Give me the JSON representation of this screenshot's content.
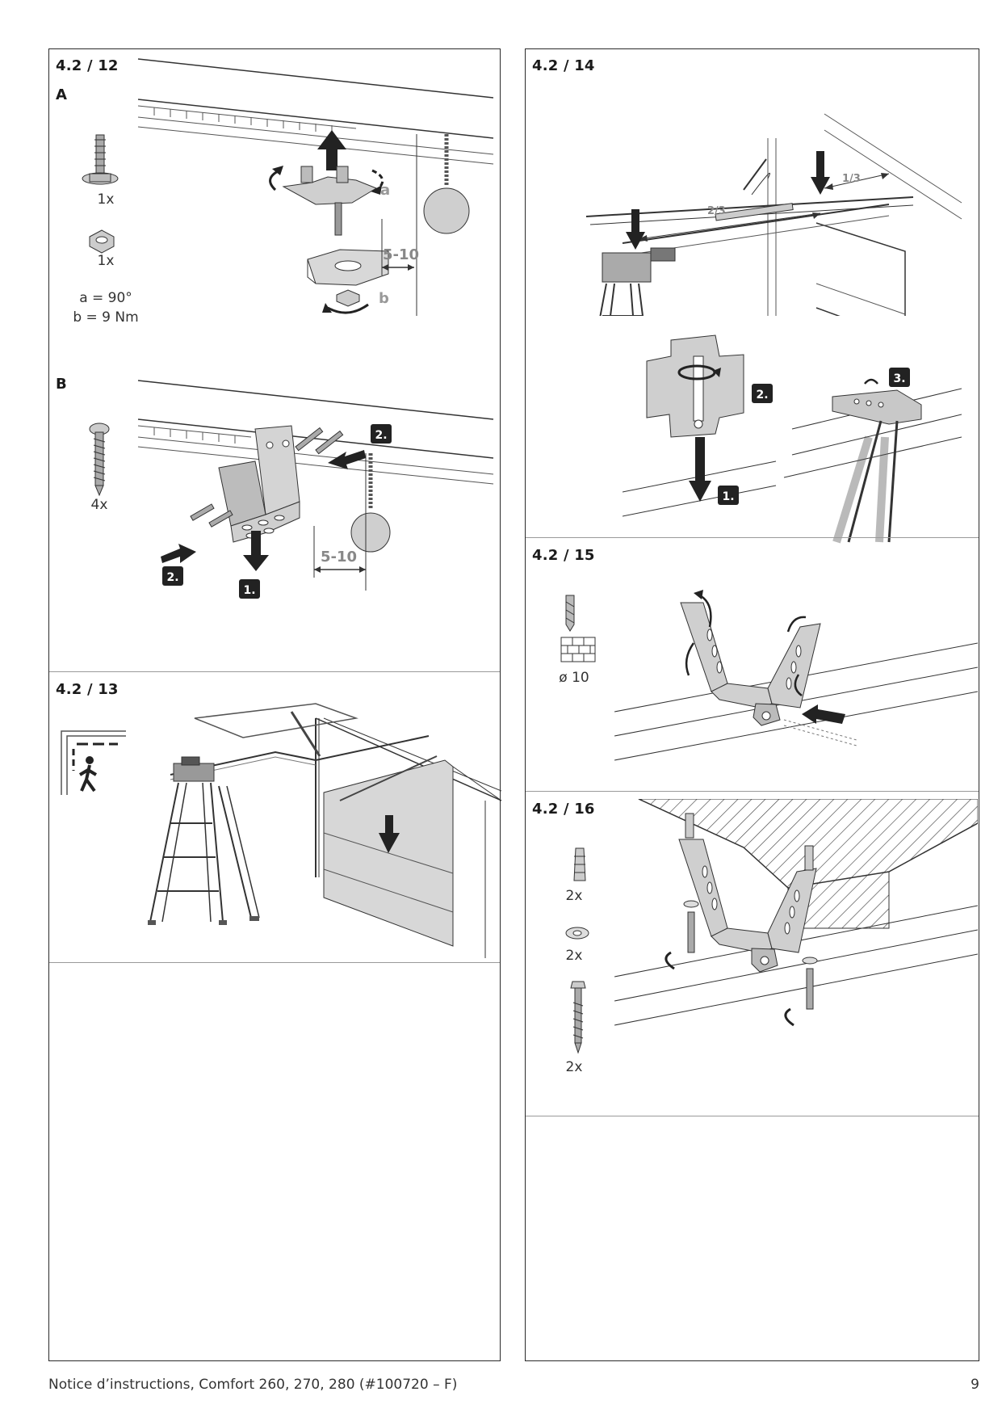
{
  "sections": {
    "s12": {
      "title": "4.2 / 12",
      "subA": "A",
      "subB": "B",
      "a_screw_qty": "1x",
      "a_nut_qty": "1x",
      "a_angle": "a = 90°",
      "a_torque": "b = 9 Nm",
      "b_screw_qty": "4x",
      "label_a": "a",
      "label_b": "b",
      "dim": "5-10",
      "dim_b": "5-10",
      "step1": "1.",
      "step2": "2."
    },
    "s13": {
      "title": "4.2 / 13"
    },
    "s14": {
      "title": "4.2 / 14",
      "ratio_third": "1/3",
      "ratio_two_thirds": "2/3",
      "step1": "1.",
      "step2": "2.",
      "step3": "3."
    },
    "s15": {
      "title": "4.2 / 15",
      "drill": "ø 10"
    },
    "s16": {
      "title": "4.2 / 16",
      "plug_qty": "2x",
      "washer_qty": "2x",
      "screw_qty": "2x"
    }
  },
  "footer": {
    "doc": "Notice d’instructions, Comfort 260, 270, 280 (#100720 – F)",
    "page": "9"
  }
}
